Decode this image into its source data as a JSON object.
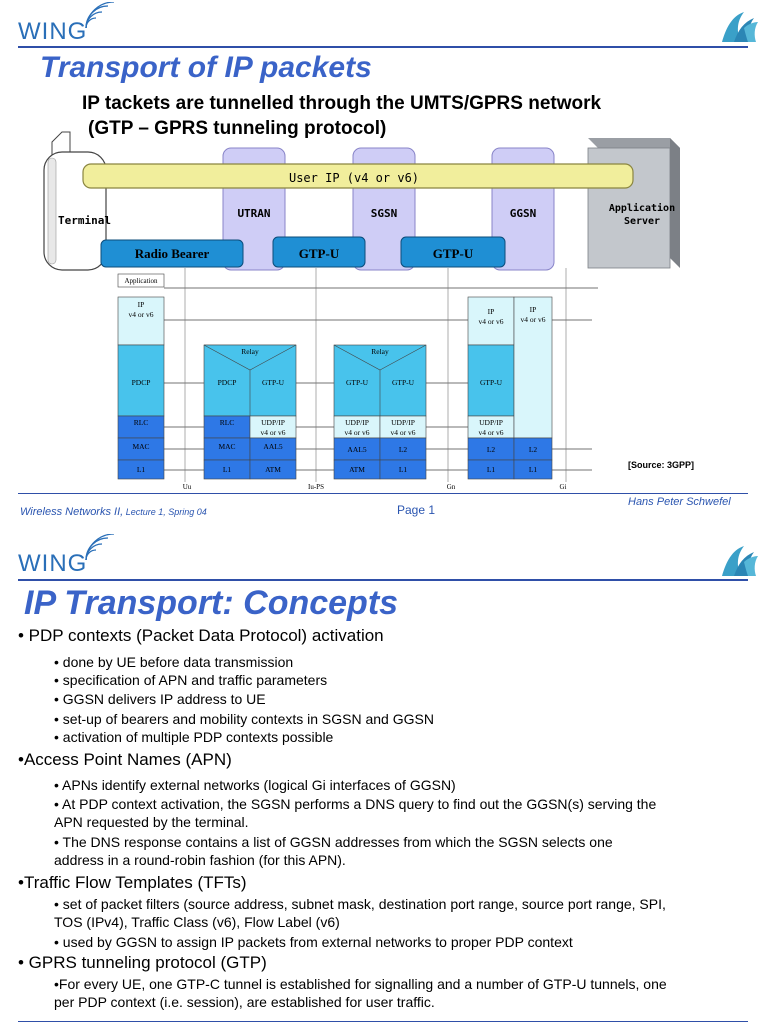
{
  "slide1": {
    "logo": "WING",
    "title": "Transport of IP packets",
    "subtitle_line1": "IP tackets are tunnelled through the UMTS/GPRS network",
    "subtitle_line2": "(GTP – GPRS tunneling protocol)",
    "diagram": {
      "terminal": "Terminal",
      "utran": "UTRAN",
      "sgsn": "SGSN",
      "ggsn": "GGSN",
      "app_server_line1": "Application",
      "app_server_line2": "Server",
      "user_ip": "User IP (v4 or v6)",
      "radio_bearer": "Radio Bearer",
      "gtp_u_1": "GTP-U",
      "gtp_u_2": "GTP-U",
      "stack_application": "Application",
      "ip_v4v6_line1": "IP",
      "ip_v4v6_line2": "v4 or v6",
      "pdcp": "PDCP",
      "rlc": "RLC",
      "mac": "MAC",
      "l1": "L1",
      "relay": "Relay",
      "gtp_u": "GTP-U",
      "udp_ip_line1": "UDP/IP",
      "udp_ip_line2": "v4 or v6",
      "aal5": "AAL5",
      "atm": "ATM",
      "l2": "L2",
      "iface_uu": "Uu",
      "iface_iups": "Iu-PS",
      "iface_gn": "Gn",
      "iface_gi": "Gi",
      "source": "[Source: 3GPP]"
    },
    "footer_left": "Wireless Networks II,",
    "footer_left_small": " Lecture 1, Spring 04",
    "footer_page": "Page 1",
    "footer_author": "Hans Peter Schwefel"
  },
  "slide2": {
    "logo": "WING",
    "title": "IP Transport: Concepts",
    "sections": [
      {
        "heading": "• PDP contexts (Packet Data Protocol) activation",
        "items": [
          "• done by UE before data transmission",
          "•  specification of APN and traffic parameters",
          "• GGSN delivers IP address to UE",
          "• set-up of bearers and mobility contexts in SGSN and GGSN",
          "• activation of multiple PDP contexts possible"
        ]
      },
      {
        "heading": "•Access Point Names (APN)",
        "items": [
          "• APNs identify external networks (logical Gi interfaces of GGSN)",
          "• At PDP context activation, the SGSN performs a DNS query to find out the GGSN(s) serving the APN requested by the terminal.",
          "• The DNS response contains a list of GGSN addresses from which the SGSN selects one address in a round-robin fashion (for this APN)."
        ]
      },
      {
        "heading": "•Traffic Flow Templates (TFTs)",
        "items": [
          "• set of packet filters (source address, subnet mask, destination port range, source port range, SPI, TOS (IPv4), Traffic Class (v6), Flow Label (v6)",
          "• used by GGSN to assign IP packets from external networks to proper PDP context"
        ]
      },
      {
        "heading": "• GPRS tunneling protocol (GTP)",
        "items": [
          "•For every UE, one GTP-C tunnel is established for signalling and a number of GTP-U tunnels, one per PDP context (i.e. session), are established for user traffic."
        ]
      }
    ]
  },
  "colors": {
    "title": "#3a63c8",
    "rule": "#2f4fa8",
    "node_fill": "#cfcdf6",
    "pipe_fill": "#f1ee9c",
    "bearer_fill": "#1f8fd4",
    "stack_light": "#d9f6fb",
    "stack_mid": "#48c3ec",
    "stack_dark": "#2e78e6"
  }
}
